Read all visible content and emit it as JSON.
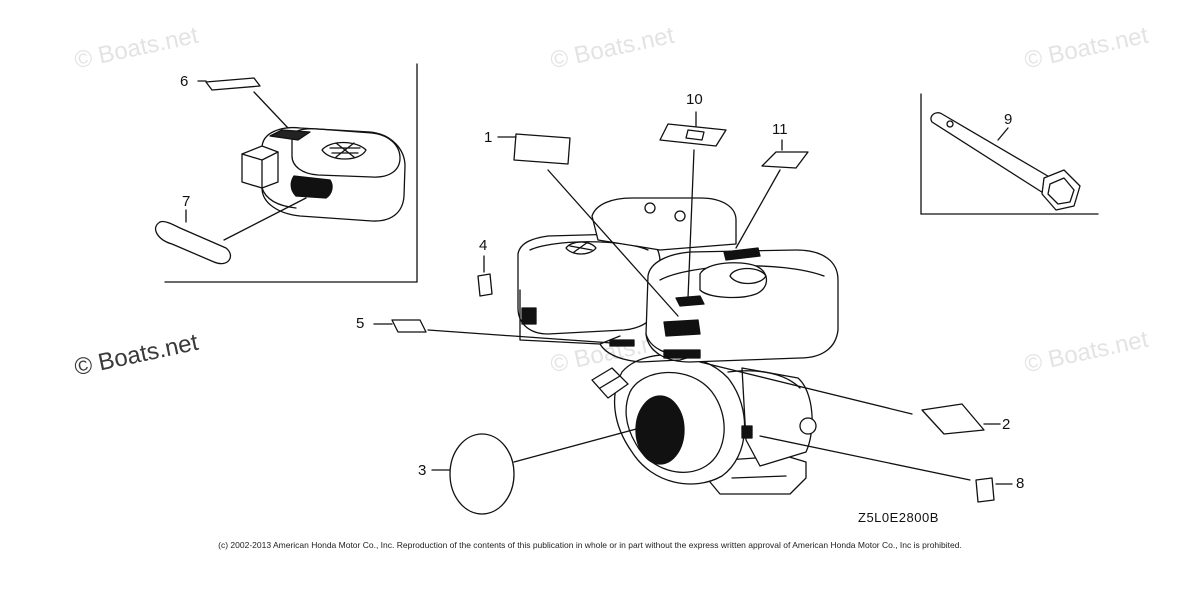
{
  "watermarks": {
    "faint": "© Boats.net",
    "strong": "© Boats.net"
  },
  "callouts": {
    "c1": "1",
    "c2": "2",
    "c3": "3",
    "c4": "4",
    "c5": "5",
    "c6": "6",
    "c7": "7",
    "c8": "8",
    "c9": "9",
    "c10": "10",
    "c11": "11"
  },
  "diagram_code": "Z5L0E2800B",
  "copyright": "(c) 2002-2013 American Honda Motor Co., Inc. Reproduction of the contents of this publication in whole or in part without the express written approval of American Honda Motor Co., Inc is prohibited."
}
